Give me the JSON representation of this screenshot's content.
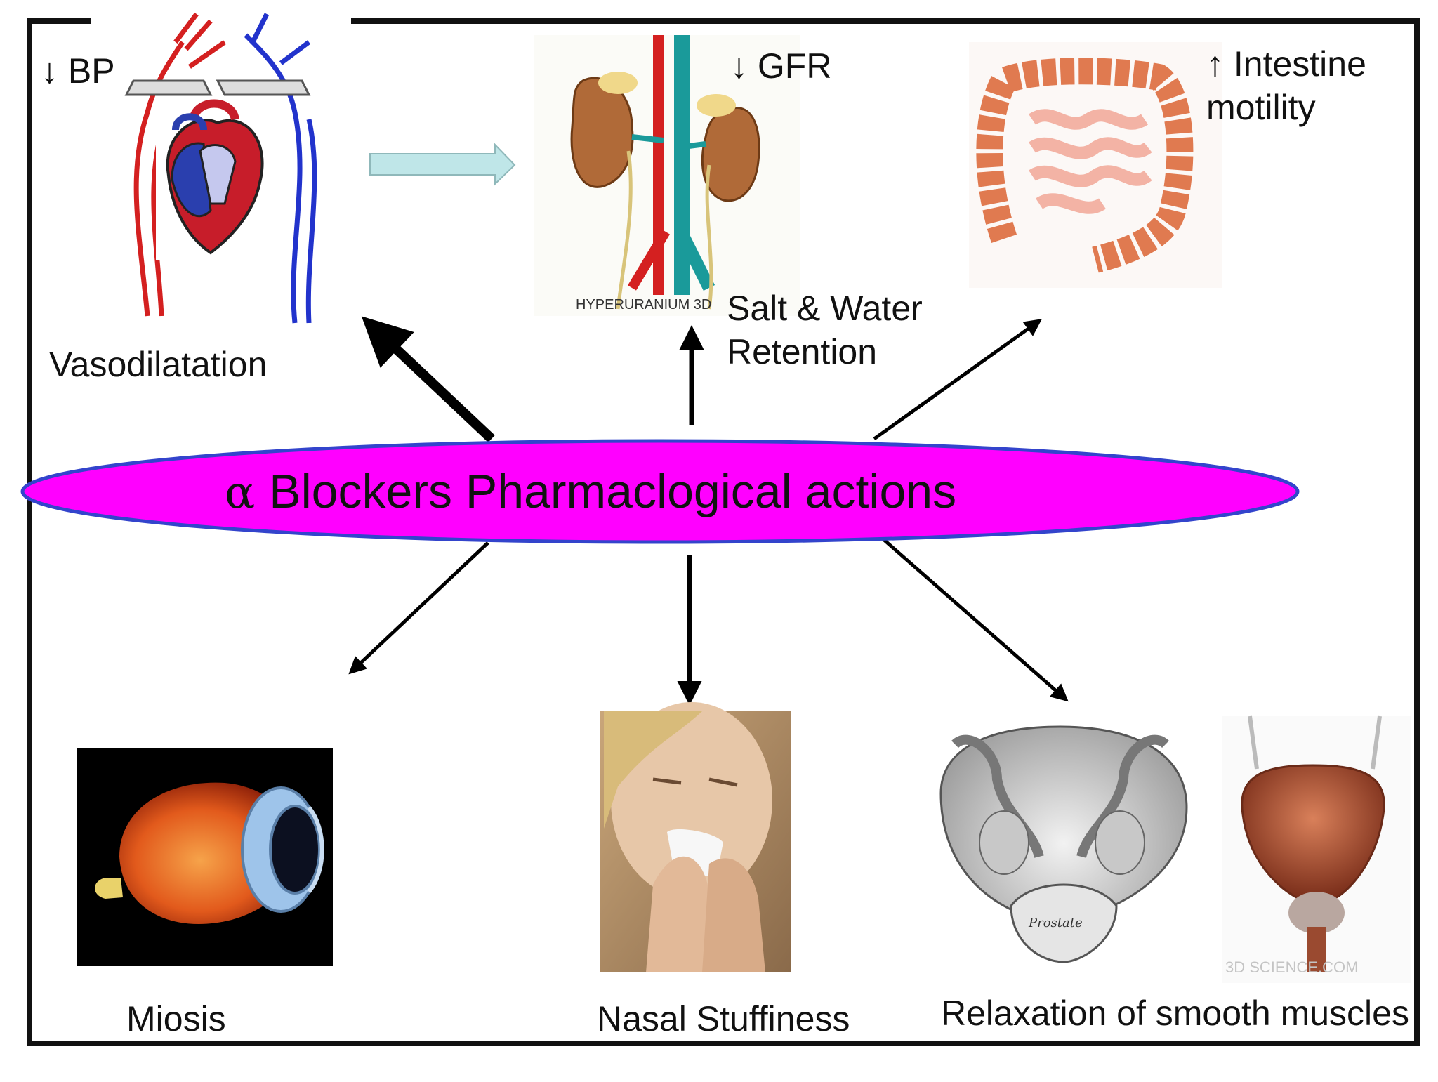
{
  "title": {
    "symbol": "α",
    "text": "Blockers Pharmaclogical actions"
  },
  "effects": {
    "bp": "↓ BP",
    "vasodilatation": "Vasodilatation",
    "gfr": "↓ GFR",
    "salt_line1": "Salt & Water",
    "salt_line2": "Retention",
    "intestine_line1": "↑ Intestine",
    "intestine_line2": "motility",
    "miosis": "Miosis",
    "nasal": "Nasal Stuffiness",
    "relaxation": "Relaxation of smooth muscles"
  },
  "image_captions": {
    "kidney_watermark": "HYPERURANIUM 3D",
    "prostate_label": "Prostate",
    "bladder_watermark": "3D SCIENCE.COM"
  },
  "colors": {
    "ellipse_fill": "#ff00ff",
    "ellipse_stroke": "#3344cc",
    "artery": "#d42020",
    "vein": "#2233cc",
    "hollow_arrow": "#bfe6e8",
    "frame": "#111111"
  }
}
